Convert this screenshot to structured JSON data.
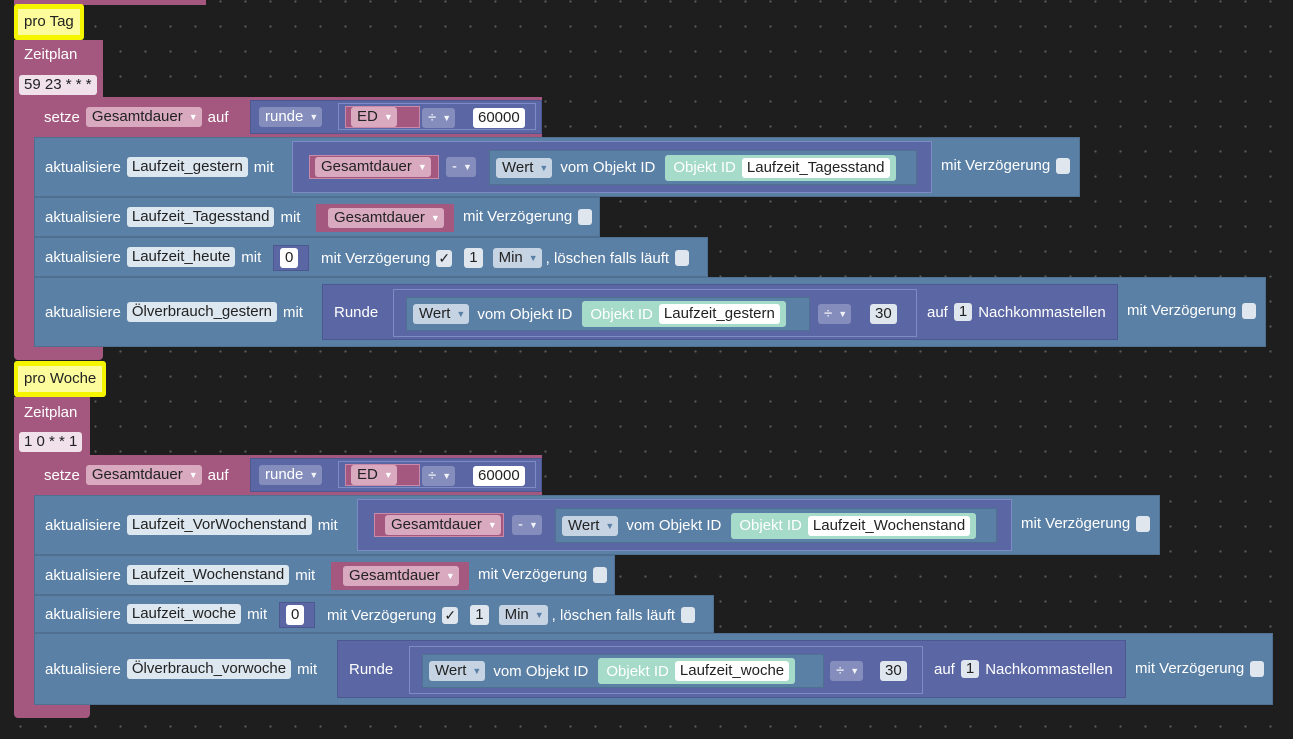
{
  "groups": [
    {
      "comment": "pro Tag",
      "label": "Zeitplan",
      "cron": "59 23 * * *",
      "setze": {
        "kw_setze": "setze",
        "var": "Gesamtdauer",
        "kw_auf": "auf",
        "round_mode": "runde",
        "ed": "ED",
        "op": "÷",
        "divisor": "60000"
      },
      "rows": [
        {
          "kw": "aktualisiere",
          "target": "Laufzeit_gestern",
          "mit": "mit",
          "minuend": "Gesamtdauer",
          "minus": "-",
          "prop": "Wert",
          "vom": "vom Objekt ID",
          "oid_label": "Objekt ID",
          "oid": "Laufzeit_Tagesstand",
          "delay": "mit Verzögerung"
        },
        {
          "kw": "aktualisiere",
          "target": "Laufzeit_Tagesstand",
          "mit": "mit",
          "value": "Gesamtdauer",
          "delay": "mit Verzögerung"
        },
        {
          "kw": "aktualisiere",
          "target": "Laufzeit_heute",
          "mit": "mit",
          "value": "0",
          "delay": "mit Verzögerung",
          "check": "✓",
          "amount": "1",
          "unit": "Min",
          "clear": ", löschen falls läuft"
        },
        {
          "kw": "aktualisiere",
          "target": "Ölverbrauch_gestern",
          "mit": "mit",
          "runde": "Runde",
          "prop": "Wert",
          "vom": "vom Objekt ID",
          "oid_label": "Objekt ID",
          "oid": "Laufzeit_gestern",
          "op": "÷",
          "divisor": "30",
          "auf": "auf",
          "decimals": "1",
          "nach": "Nachkommastellen",
          "delay": "mit Verzögerung"
        }
      ]
    },
    {
      "comment": "pro Woche",
      "label": "Zeitplan",
      "cron": "1 0 * * 1",
      "setze": {
        "kw_setze": "setze",
        "var": "Gesamtdauer",
        "kw_auf": "auf",
        "round_mode": "runde",
        "ed": "ED",
        "op": "÷",
        "divisor": "60000"
      },
      "rows": [
        {
          "kw": "aktualisiere",
          "target": "Laufzeit_VorWochenstand",
          "mit": "mit",
          "minuend": "Gesamtdauer",
          "minus": "-",
          "prop": "Wert",
          "vom": "vom Objekt ID",
          "oid_label": "Objekt ID",
          "oid": "Laufzeit_Wochenstand",
          "delay": "mit Verzögerung"
        },
        {
          "kw": "aktualisiere",
          "target": "Laufzeit_Wochenstand",
          "mit": "mit",
          "value": "Gesamtdauer",
          "delay": "mit Verzögerung"
        },
        {
          "kw": "aktualisiere",
          "target": "Laufzeit_woche",
          "mit": "mit",
          "value": "0",
          "delay": "mit Verzögerung",
          "check": "✓",
          "amount": "1",
          "unit": "Min",
          "clear": ", löschen falls läuft"
        },
        {
          "kw": "aktualisiere",
          "target": "Ölverbrauch_vorwoche",
          "mit": "mit",
          "runde": "Runde",
          "prop": "Wert",
          "vom": "vom Objekt ID",
          "oid_label": "Objekt ID",
          "oid": "Laufzeit_woche",
          "op": "÷",
          "divisor": "30",
          "auf": "auf",
          "decimals": "1",
          "nach": "Nachkommastellen",
          "delay": "mit Verzögerung"
        }
      ]
    }
  ],
  "colors": {
    "variable": "#a5587f",
    "io": "#5b80a5",
    "math": "#5b67a5",
    "text": "#745ba5",
    "oid": "#a5dbc8",
    "comment": "#f5f500"
  }
}
